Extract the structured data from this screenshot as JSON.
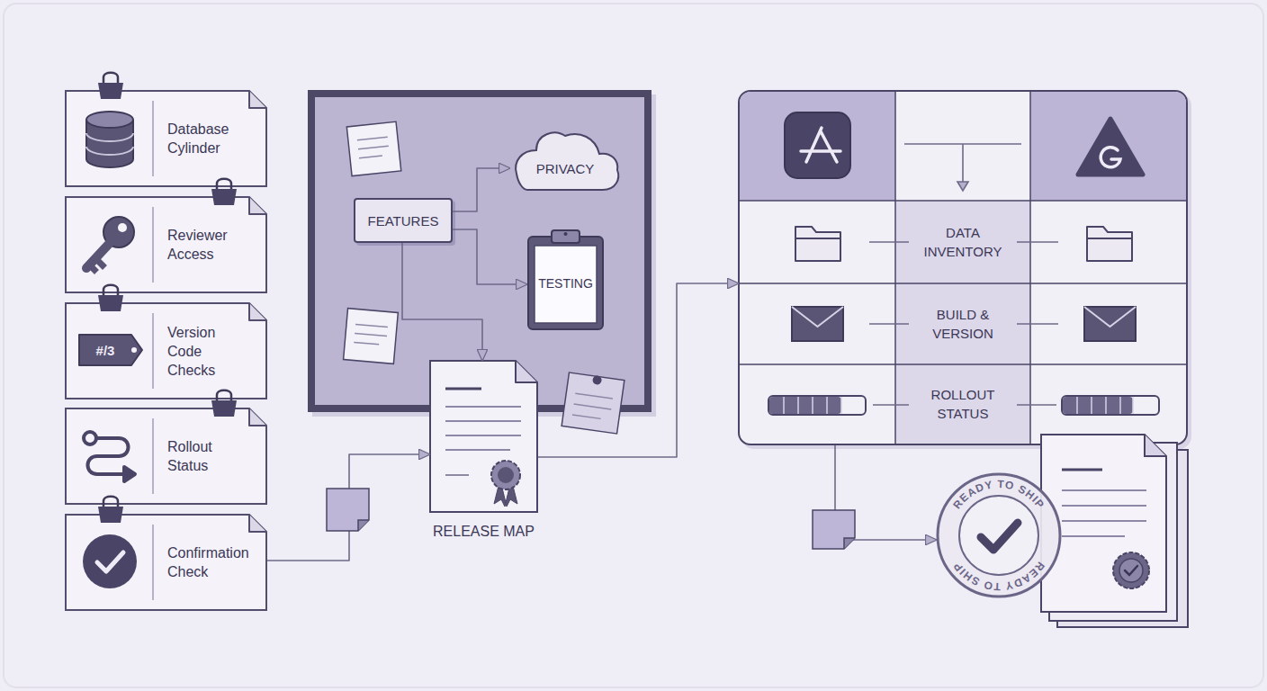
{
  "diagram": {
    "nodes": [
      {
        "text": [
          "Database Cylinder"
        ]
      },
      {
        "text": [
          "Reviewer Access"
        ]
      },
      {
        "text": [
          "Version Code Checks"
        ]
      },
      {
        "text": [
          "Rollout Status"
        ]
      },
      {
        "text": [
          "Confirmation Check"
        ]
      },
      {
        "text": []
      },
      {
        "text": [
          "FEATURES"
        ],
        "in": 5
      },
      {
        "text": [
          "PRIVACY"
        ],
        "in": 5
      },
      {
        "text": [
          "TESTING"
        ],
        "in": 5
      },
      {
        "text": [
          "RELEASE MAP"
        ]
      },
      {
        "text": []
      },
      {
        "text": [
          "DATA INVENTORY"
        ],
        "in": 10
      },
      {
        "text": [
          "BUILD & VERSION"
        ],
        "in": 10
      },
      {
        "text": [
          "ROLLOUT STATUS"
        ],
        "in": 10
      },
      {
        "text": [
          "READY TO SHIP",
          "READY TO SHIP"
        ]
      }
    ],
    "edges": [
      {
        "from": 6,
        "to": 7,
        "arrow": "to"
      },
      {
        "from": 6,
        "to": 8,
        "arrow": "to"
      },
      {
        "from": 6,
        "to": 9,
        "arrow": "to"
      },
      {
        "from": 4,
        "to": 9,
        "arrow": "to"
      },
      {
        "from": 9,
        "to": 10,
        "arrow": "to"
      },
      {
        "from": 10,
        "to": 14,
        "arrow": "to"
      }
    ],
    "labels": [
      "#/3"
    ]
  }
}
